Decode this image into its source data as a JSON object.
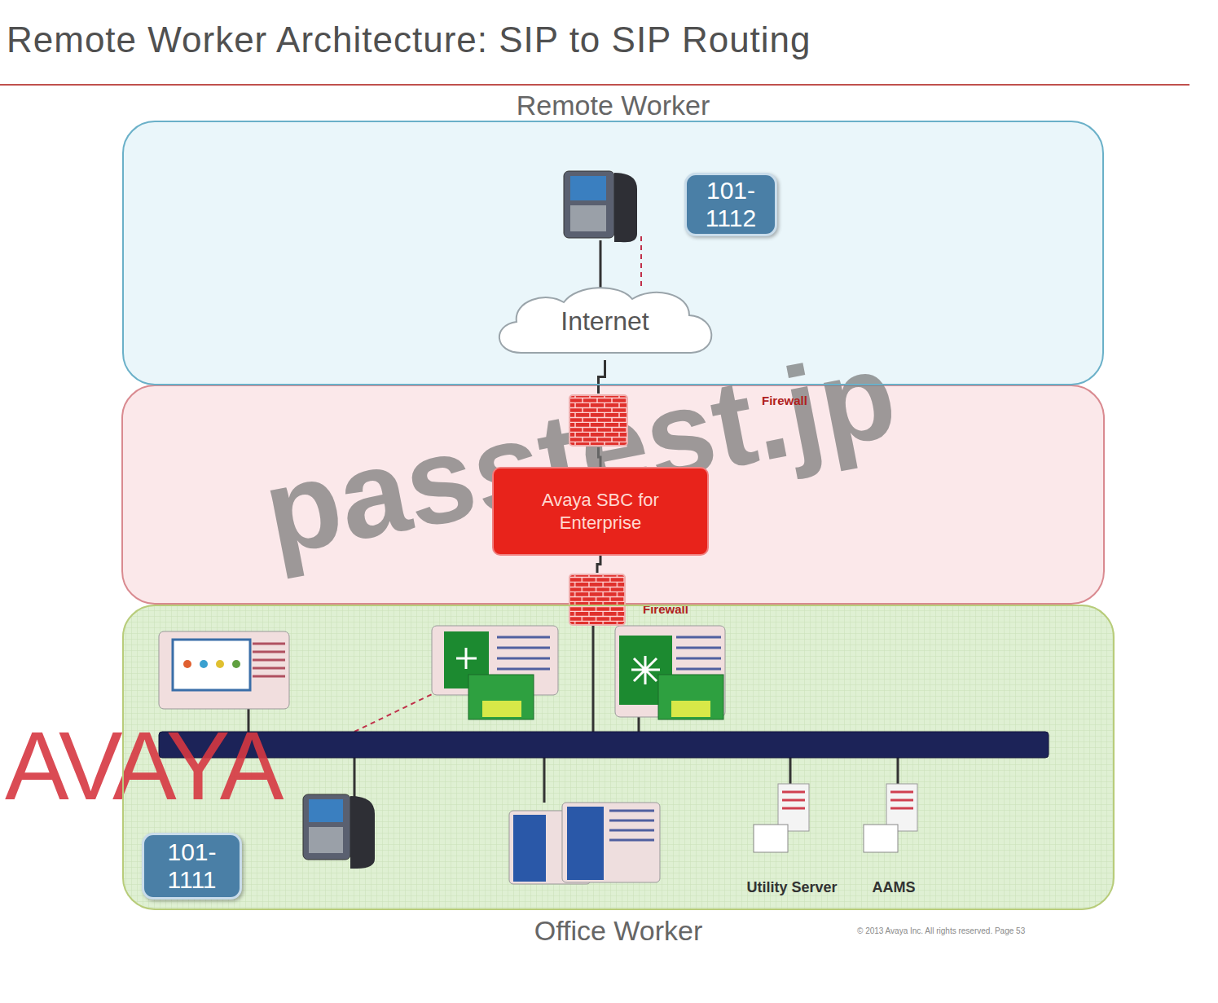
{
  "diagram": {
    "title": "Remote Worker Architecture: SIP to SIP Routing",
    "nodes": [
      {
        "text": [
          "Remote Worker"
        ]
      },
      {
        "text": [
          "101-1112"
        ],
        "in": 0
      },
      {
        "text": [
          "Internet"
        ],
        "in": 0
      },
      {
        "text": [
          "Firewall"
        ]
      },
      {
        "text": [
          "Avaya SBC for Enterprise"
        ]
      },
      {
        "text": [
          "Firewall"
        ]
      },
      {
        "text": [
          "Office Worker"
        ]
      },
      {
        "text": [
          "101-1111"
        ],
        "in": 6
      },
      {
        "text": [
          "Utility Server"
        ],
        "in": 6
      },
      {
        "text": [
          "AAMS"
        ],
        "in": 6
      }
    ],
    "edges": [
      {
        "from": 2,
        "to": 3,
        "arrow": "none"
      },
      {
        "from": 3,
        "to": 4,
        "arrow": "none"
      },
      {
        "from": 4,
        "to": 5,
        "arrow": "none"
      }
    ],
    "labels": [
      "passtest.jp",
      "AVAYA",
      "© 2013 Avaya Inc. All rights reserved. Page 53"
    ]
  }
}
